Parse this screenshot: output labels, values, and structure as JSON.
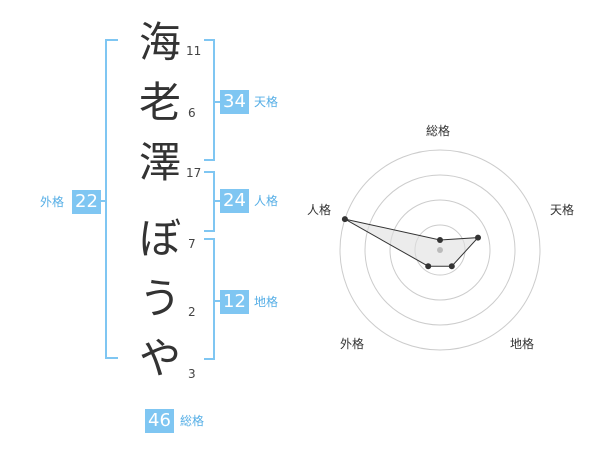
{
  "name": {
    "chars": [
      {
        "char": "海",
        "strokes": "11"
      },
      {
        "char": "老",
        "strokes": "6"
      },
      {
        "char": "澤",
        "strokes": "17"
      },
      {
        "char": "ぼ",
        "strokes": "7"
      },
      {
        "char": "う",
        "strokes": "2"
      },
      {
        "char": "や",
        "strokes": "3"
      }
    ]
  },
  "scores": {
    "tenkaku": {
      "label": "天格",
      "value": "34"
    },
    "jinkaku": {
      "label": "人格",
      "value": "24"
    },
    "chikaku": {
      "label": "地格",
      "value": "12"
    },
    "gaikaku": {
      "label": "外格",
      "value": "22"
    },
    "soukaku": {
      "label": "総格",
      "value": "46"
    }
  },
  "radar": {
    "axis_labels": [
      "総格",
      "天格",
      "地格",
      "外格",
      "人格"
    ],
    "values": [
      0.1,
      0.4,
      0.2,
      0.2,
      1.0
    ],
    "colors": {
      "grid": "#cccccc",
      "fill": "#e0e0e0",
      "line": "#333333",
      "point": "#333333",
      "center": "#bbbbbb"
    }
  },
  "colors": {
    "bracket": "#7fc6f2",
    "badge": "#7fc6f2",
    "badge_label": "#55aee6"
  }
}
